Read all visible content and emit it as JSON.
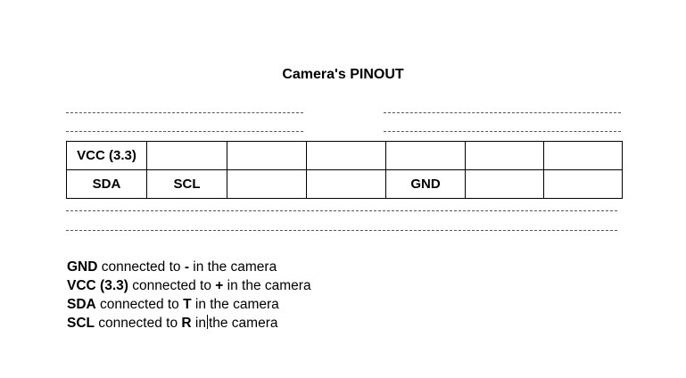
{
  "document": {
    "title": "Camera's PINOUT"
  },
  "pinout_table": {
    "rows": [
      [
        "VCC (3.3)",
        "",
        "",
        "",
        "",
        "",
        ""
      ],
      [
        "SDA",
        "SCL",
        "",
        "",
        "GND",
        "",
        ""
      ]
    ]
  },
  "notes": [
    {
      "pin": "GND",
      "middle": " connected to ",
      "symbol": "-",
      "tail": " in the camera"
    },
    {
      "pin": "VCC (3.3)",
      "middle": " connected to ",
      "symbol": "+",
      "tail": " in the camera"
    },
    {
      "pin": "SDA",
      "middle": " connected to ",
      "symbol": "T",
      "tail": " in the camera"
    },
    {
      "pin": "SCL",
      "middle": " connected to ",
      "symbol": "R",
      "tail_before_caret": " in",
      "tail_after_caret": "the camera"
    }
  ]
}
